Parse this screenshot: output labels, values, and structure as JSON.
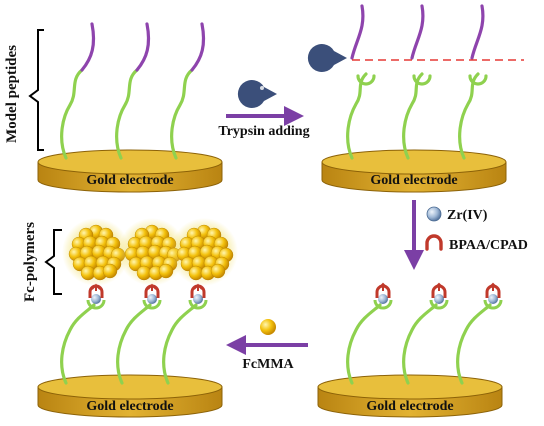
{
  "diagram": {
    "labels": {
      "model_peptides": "Model peptides",
      "fc_polymers": "Fc-polymers",
      "trypsin_adding": "Trypsin adding",
      "zr": "Zr(IV)",
      "bpaa_cpad": "BPAA/CPAD",
      "fcmma": "FcMMA",
      "electrode": "Gold electrode"
    },
    "colors": {
      "peptide_green": "#8fd14f",
      "peptide_purple": "#8e44ad",
      "arrow_purple": "#7b3fa5",
      "electrode_gold": "#d9a526",
      "electrode_top": "#e8bf3c",
      "cut_line_red": "#e53935",
      "trypsin_blue": "#3b4f7a",
      "zr_blue": "#9fb8d6",
      "bpaa_red": "#c0392b",
      "fcmma_yellow": "#f4c20d"
    },
    "icons": {
      "trypsin": "pacman-enzyme-icon",
      "zr": "sphere-icon",
      "bpaa": "horseshoe-icon",
      "fcmma": "sphere-icon",
      "polymer": "nanoparticle-cluster-icon"
    }
  }
}
